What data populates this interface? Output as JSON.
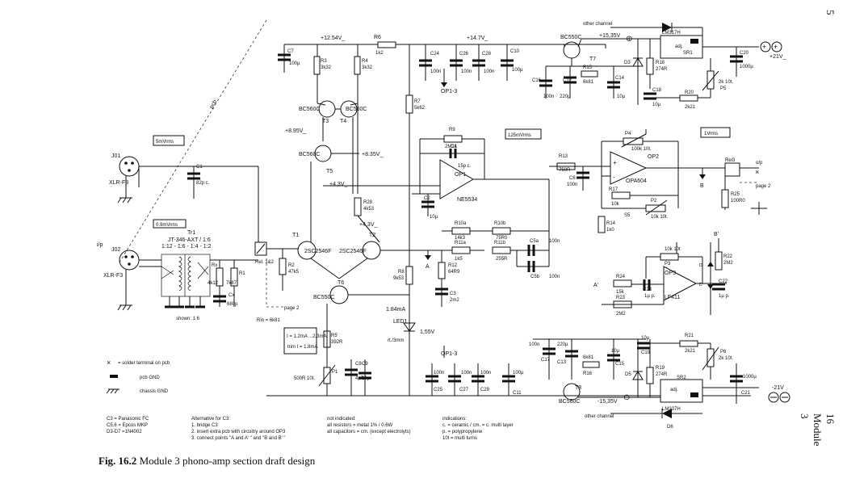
{
  "caption": {
    "label": "Fig. 16.2",
    "text": "Module 3 phono-amp section draft design"
  },
  "side": {
    "page_number": "5",
    "chapter": "16 Module 3"
  },
  "rails": {
    "v1254": "+12.54V_",
    "v147": "+14.7V_",
    "v1535p": "+15,35V",
    "v21p": "+21V_",
    "v1535m": "-15,35V",
    "v21m": "-21V",
    "v895": "+8.95V_",
    "v835": "+8.35V_",
    "v43a": "+4.3V_",
    "v43b": "+4.3V_",
    "i184": "1.84mA",
    "v155": "1,55V"
  },
  "boxes": {
    "mv5": "5mVrms",
    "mv09": "0.9mVrms",
    "mv125": "125mVrms",
    "v1": "1Vrms",
    "rin": "Rin = 6k81",
    "i_range": "I = 1.2mA ...2.3mA",
    "trim": "trim I = 1.8mA"
  },
  "labels": {
    "pcb": "pcb",
    "ip": "i/p",
    "op": "o/p",
    "page2a": "page 2",
    "page2b": "page 2",
    "j01": "J01",
    "j02": "J02",
    "xlr1": "XLR-F3",
    "xlr2": "XLR-F3",
    "tr1": "Tr1",
    "tr1_type": "JT-346-AXT / 1:6",
    "tr1_ratio": "1:12 - 1:6 - 1:4 - 1:2",
    "shown": "shown: 1:6",
    "rel12": "Rel. 1&2",
    "rel3": "Rel3",
    "other1": "other channel",
    "other2": "other channel",
    "opa604": "OPA604",
    "lf411": "LF411",
    "ne5534": "NE5534",
    "op1_3a": "OP1-3",
    "op1_3b": "OP1-3",
    "s5": "S5",
    "A": "A",
    "A2": "A",
    "Aprime": "A'",
    "B": "B",
    "Bprime": "B'",
    "led": "LED1",
    "led2": "rt./3mm"
  },
  "parts": {
    "c7": "C7",
    "c7v": "100µ",
    "r3": "R3",
    "r3v": "3k32",
    "r4": "R4",
    "r4v": "3k32",
    "r6": "R6",
    "r6v": "1k2",
    "bc560a": "BC560C",
    "bc560b": "BC560C",
    "bc560c": "BC560C",
    "t3": "T3",
    "t4": "T4",
    "t5": "T5",
    "r7": "R7",
    "r7v": "5k62",
    "c24": "C24",
    "c24v": "100n",
    "c26": "C26",
    "c26v": "100n",
    "c28": "C28",
    "c28v": "100n",
    "c10": "C10",
    "c10v": "100µ",
    "bc550a": "BC550C",
    "t7": "T7",
    "c16": "C16",
    "c16v": "100n",
    "c12": "C12",
    "c12v": "220µ",
    "r15": "R15",
    "r15v": "6k81",
    "c14": "C14",
    "c14v": "10µ",
    "d3": "D3",
    "r18": "R18",
    "r18v": "274R",
    "c18": "C18",
    "c18v": "10µ",
    "lm317": "LM317H",
    "sr1": "SR1",
    "adj1": "adj.",
    "r20": "R20",
    "r20v": "2k21",
    "p5": "P5",
    "p5v": "2k 10t.",
    "c20": "C20",
    "c20v": "1000µ",
    "r9": "R9",
    "r9v": "2M21",
    "c4": "C4",
    "c4v": "15p c.",
    "op1": "OP1",
    "r13": "R13",
    "r13v": "750R",
    "c6": "C6",
    "c6v": "100n",
    "p4": "P4",
    "p4v": "100k 10t.",
    "op2": "OP2",
    "c1": "C1",
    "c1v": "82p c.",
    "c2": "C2",
    "c2v": "10µ",
    "r28": "R28",
    "r28v": "4k53",
    "r17": "R17",
    "r17v": "10k",
    "p2": "P2",
    "p2v": "10k 10t.",
    "r25": "R25",
    "r25v": "100R0",
    "r14": "R14",
    "r14v": "1k0",
    "r10a": "R10a",
    "r10av": "14k3",
    "r10b": "R10b",
    "r10bv": "75R0",
    "r11a": "R11a",
    "r11av": "1k5",
    "r11b": "R11b",
    "r11bv": "255R",
    "c5a": "C5a",
    "c5b": "C5b",
    "c5v1": "100n",
    "c5v2": "100n",
    "r12": "R12",
    "r12v": "64R9",
    "c3": "C3",
    "c3v": "2m2",
    "t1": "T1",
    "t2": "T2",
    "sc1": "2SC2546F",
    "sc2": "2SC2546F",
    "r2": "R2",
    "r2v": "47k5",
    "rx": "Rx",
    "rxv": "4k12",
    "r1": "R1",
    "r1v": "7k87",
    "cx": "Cx",
    "cxv": "680p",
    "t6": "T6",
    "bc550b": "BC550C",
    "r8": "R8",
    "r8v": "9k53",
    "r5": "R5",
    "r5v": "392R",
    "p1": "P1",
    "p1v": "500R 10t.",
    "c8": "C8",
    "c8v": "4µ7",
    "c9": "C9",
    "c9v": "10µ",
    "c25": "C25",
    "c25v": "100n",
    "c27": "C27",
    "c27v": "100n",
    "c29": "C29",
    "c29v": "100n",
    "c11": "C11",
    "c11v": "100µ",
    "p3": "P3",
    "p3v": "10k 10t",
    "op3": "OP3",
    "r24": "R24",
    "r24v": "15k",
    "c23": "C23",
    "c23v": "1µ p.",
    "r23": "R23",
    "r23v": "2M2",
    "r22": "R22",
    "r22v": "2M2",
    "c22": "C22",
    "c22v": "1µ p.",
    "d_a": "D",
    "d_b": "D",
    "c17": "C17",
    "c17v": "100n",
    "c13": "C13",
    "c13v": "220µ",
    "r16": "R16",
    "r16v": "6k81",
    "c15": "C15",
    "c15v": "10µ",
    "t8": "T8",
    "bc560d": "BC560C",
    "c19": "C19",
    "c19v": "10µ",
    "d5": "D5",
    "r19": "R19",
    "r19v": "274R",
    "r21": "R21",
    "r21v": "2k21",
    "p6": "P6",
    "p6v": "2k 10t.",
    "lm337": "LM337H",
    "sr2": "SR2",
    "adj2": "adj.",
    "d6": "D6",
    "c21": "C21",
    "c21v": "1000µ"
  },
  "legend": {
    "solder": "= solder terminal on pcb",
    "pcbgnd": "pcb GND",
    "chassis": "chassis GND"
  },
  "notes": {
    "col1": [
      "C3 = Panasonic FC",
      "C5,6 = Epcos MKP",
      "D3-D7 =1N4002"
    ],
    "col2": [
      "Alternative for C3:",
      "1. bridge C3",
      "2. insert extra pcb with circuitry around OP3",
      "3. connect points \"A and A' \" and \"B and B' \""
    ],
    "col3": [
      "not indicated:",
      "all resistors = metal 1% / 0.6W",
      "all capacitors = cm. (except electrolyts)"
    ],
    "col4": [
      "indications:",
      "c. = ceramic / cm. = c. multi layer",
      "p. = polypropylene",
      "10t = multi turns"
    ]
  }
}
